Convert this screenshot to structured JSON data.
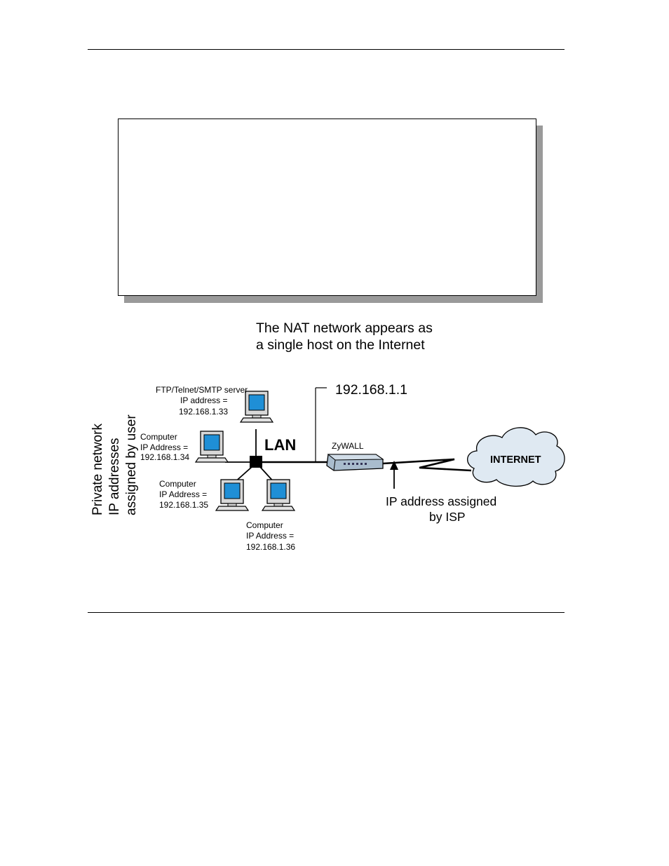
{
  "figure": {
    "caption_line1": "The NAT network appears as",
    "caption_line2": "a single host on the Internet",
    "router_ip": "192.168.1.1",
    "lan_label": "LAN",
    "router_label": "ZyWALL",
    "internet_label": "INTERNET",
    "isp_line1": "IP address assigned",
    "isp_line2": "by ISP",
    "private_network_line1": "Private network",
    "private_network_line2": "IP addresses",
    "private_network_line3": "assigned by user",
    "server": {
      "line1": "FTP/Telnet/SMTP server",
      "line2": "IP address =",
      "line3": "192.168.1.33"
    },
    "computer_34": {
      "line1": "Computer",
      "line2": "IP Address =",
      "line3": "192.168.1.34"
    },
    "computer_35": {
      "line1": "Computer",
      "line2": "IP Address =",
      "line3": "192.168.1.35"
    },
    "computer_36": {
      "line1": "Computer",
      "line2": "IP Address =",
      "line3": "192.168.1.36"
    }
  },
  "colors": {
    "monitor_screen": "#1f8fd6",
    "router_body": "#a9bccd",
    "cloud_fill": "#dfe9f2",
    "box_shadow": "#9a9a9a"
  }
}
